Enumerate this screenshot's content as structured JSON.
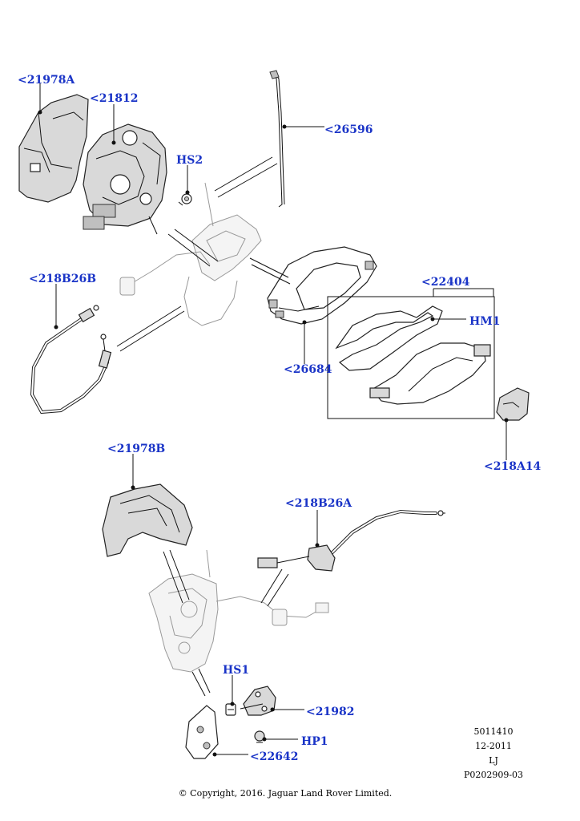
{
  "callouts": {
    "c21978A": "<21978A",
    "c21812": "<21812",
    "c26596": "<26596",
    "cHS2": "HS2",
    "c218B26B": "<218B26B",
    "c22404": "<22404",
    "cHM1": "HM1",
    "c26684": "<26684",
    "c218A14": "<218A14",
    "c21978B": "<21978B",
    "c218B26A": "<218B26A",
    "cHS1": "HS1",
    "c21982": "<21982",
    "cHP1": "HP1",
    "c22642": "<22642"
  },
  "meta": {
    "line1": "5011410",
    "line2": "12-2011",
    "line3": "LJ",
    "line4": "P0202909-03"
  },
  "copyright": "© Copyright, 2016. Jaguar Land Rover Limited.",
  "colors": {
    "callout": "#1a34c7",
    "line": "#111111",
    "background": "#ffffff"
  }
}
